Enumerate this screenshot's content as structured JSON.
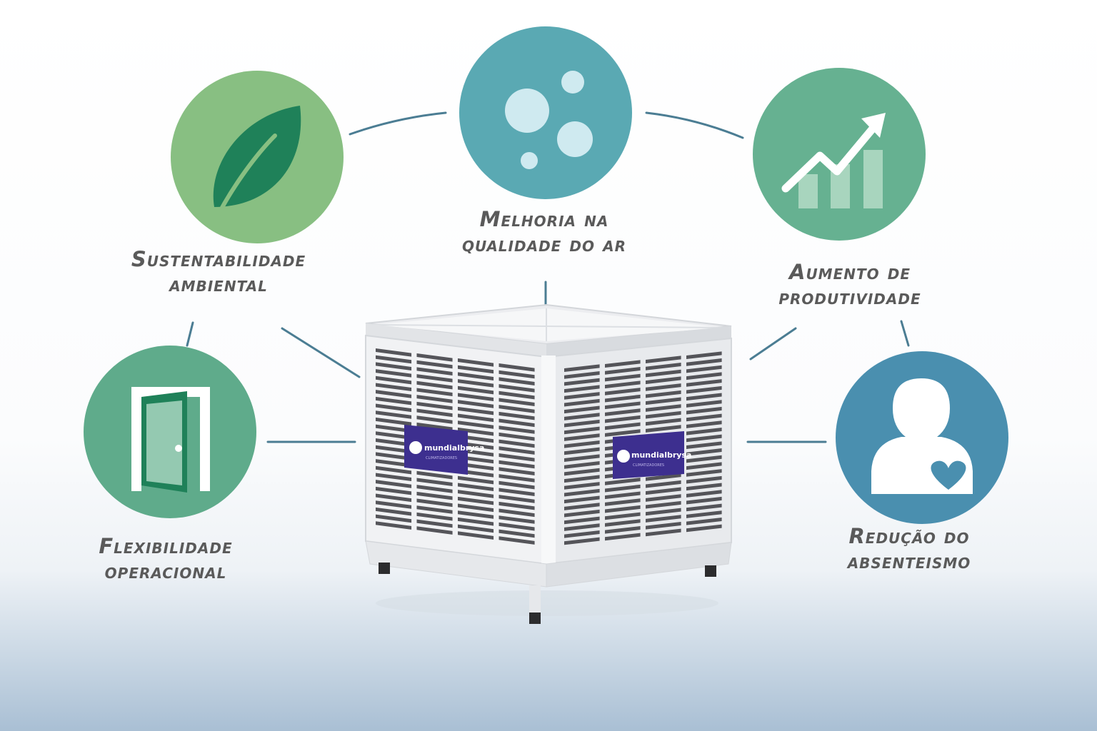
{
  "benefits": [
    {
      "id": "sustentabilidade",
      "line1": "Sustentabilidade",
      "line2": "ambiental",
      "icon": "leaf-icon",
      "color": "#88bf82"
    },
    {
      "id": "qualidade-ar",
      "line1": "Melhoria na",
      "line2": "qualidade do ar",
      "icon": "air-bubbles-icon",
      "color": "#5aa9b3"
    },
    {
      "id": "produtividade",
      "line1": "Aumento de",
      "line2": "produtividade",
      "icon": "growth-chart-icon",
      "color": "#66b191"
    },
    {
      "id": "flexibilidade",
      "line1": "Flexibilidade",
      "line2": "operacional",
      "icon": "door-icon",
      "color": "#5fab8b"
    },
    {
      "id": "absenteismo",
      "line1": "Redução do",
      "line2": "absenteismo",
      "icon": "person-heart-icon",
      "color": "#4a8faf"
    }
  ],
  "product": {
    "name": "evaporative-air-cooler",
    "brand": "mundialbrysa",
    "brand_tagline": "CLIMATIZADORES",
    "badge_color": "#3d2f8f"
  },
  "colors": {
    "connector": "#4b7d93",
    "label_text": "#5a5a5a",
    "dark_green": "#1f8159"
  }
}
